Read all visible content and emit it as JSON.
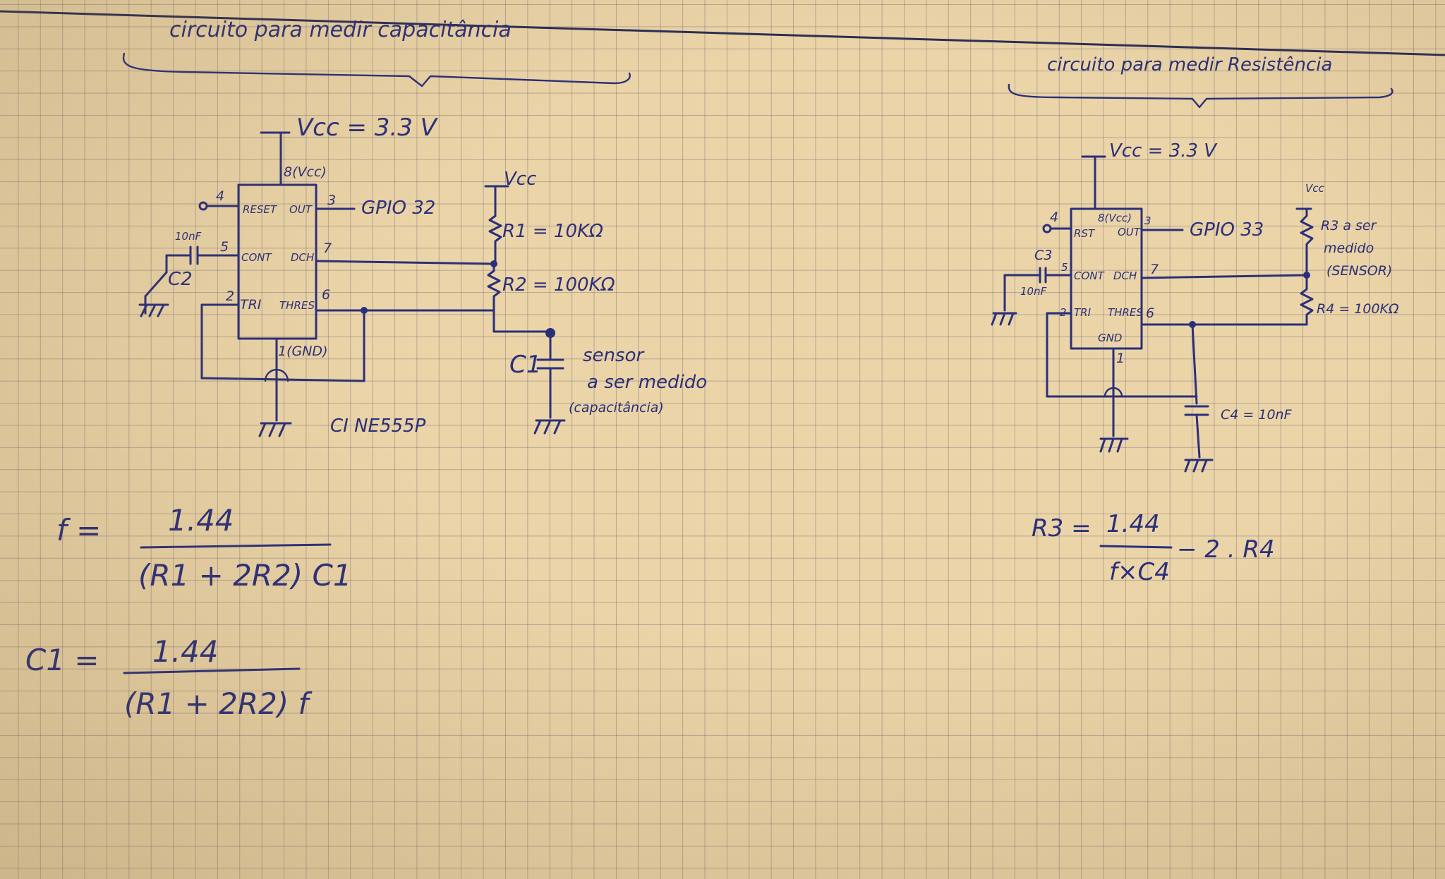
{
  "left_circuit": {
    "title": "circuito para medir capacitância",
    "vcc_label": "Vcc = 3.3 V",
    "pin8_label": "8(Vcc)",
    "pin4": "4",
    "pin3": "3",
    "pin5": "5",
    "pin7": "7",
    "pin2": "2",
    "pin6": "6",
    "reset": "RESET",
    "out": "OUT",
    "cont": "CONT",
    "dch": "DCH",
    "tri": "TRI",
    "thre": "THRES",
    "gnd_label": "1(GND)",
    "gpio": "GPIO 32",
    "cap_value": "10nF",
    "c2_label": "C2",
    "vcc_right": "Vcc",
    "r1_label": "R1 = 10KΩ",
    "r2_label": "R2 = 100KΩ",
    "c1_label": "C1",
    "sensor_line1": "sensor",
    "sensor_line2": "a ser medido",
    "sensor_line3": "(capacitância)",
    "chip_name": "CI NE555P"
  },
  "right_circuit": {
    "title": "circuito para medir Resistência",
    "vcc_label": "Vcc = 3.3 V",
    "pin8_label": "8(Vcc)",
    "pin4": "4",
    "pin3": "3",
    "pin5": "5",
    "pin7": "7",
    "pin2": "2",
    "pin6": "6",
    "pin1": "1",
    "rst": "RST",
    "out": "OUT",
    "cont": "CONT",
    "dch": "DCH",
    "tri": "TRI",
    "thre": "THRES",
    "gnd": "GND",
    "gpio": "GPIO 33",
    "c3_label": "C3",
    "c3_value": "10nF",
    "vcc_right": "Vcc",
    "r3_line1": "R3 a ser",
    "r3_line2": "medido",
    "r3_line3": "(SENSOR)",
    "r4_label": "R4 = 100KΩ",
    "c4_label": "C4 = 10nF"
  },
  "formulas": {
    "f_lhs": "f =",
    "f_num": "1.44",
    "f_den": "(R1 + 2R2) C1",
    "c1_lhs": "C1 =",
    "c1_num": "1.44",
    "c1_den": "(R1 + 2R2) f",
    "r3_lhs": "R3 =",
    "r3_num": "1.44",
    "r3_den": "f×C4",
    "r3_tail": "− 2 . R4"
  }
}
